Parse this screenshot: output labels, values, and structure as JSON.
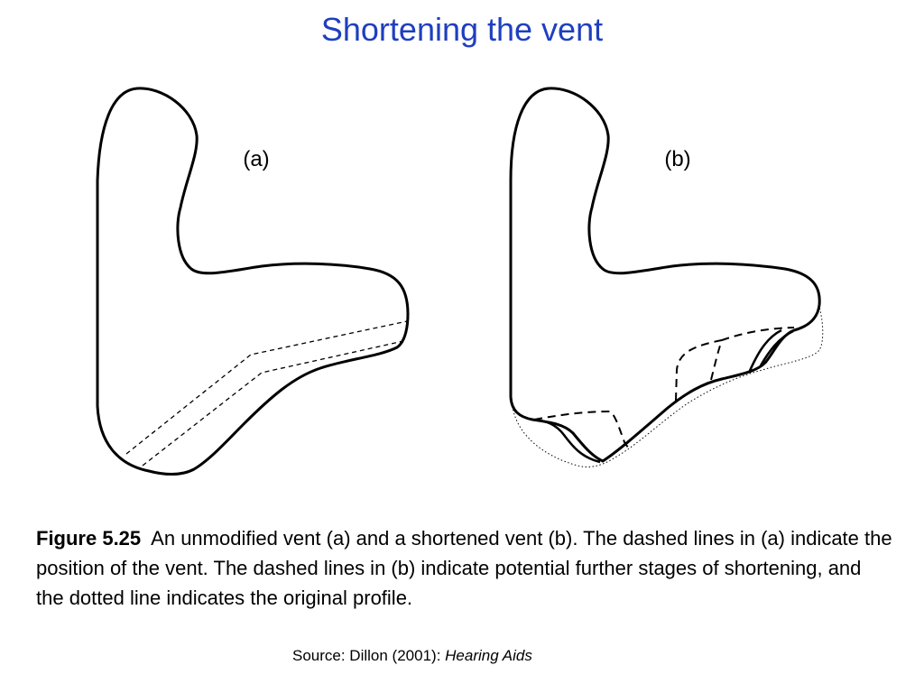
{
  "title": "Shortening the vent",
  "panels": {
    "a": {
      "label": "(a)"
    },
    "b": {
      "label": "(b)"
    }
  },
  "caption": {
    "label": "Figure 5.25",
    "text": "An unmodified vent (a) and a shortened vent (b).  The dashed lines in (a) indicate the position of the vent.  The dashed lines in (b) indicate potential further stages of shortening, and the dotted line indicates the original profile."
  },
  "source": {
    "prefix": "Source:  Dillon (2001): ",
    "book": "Hearing Aids"
  }
}
